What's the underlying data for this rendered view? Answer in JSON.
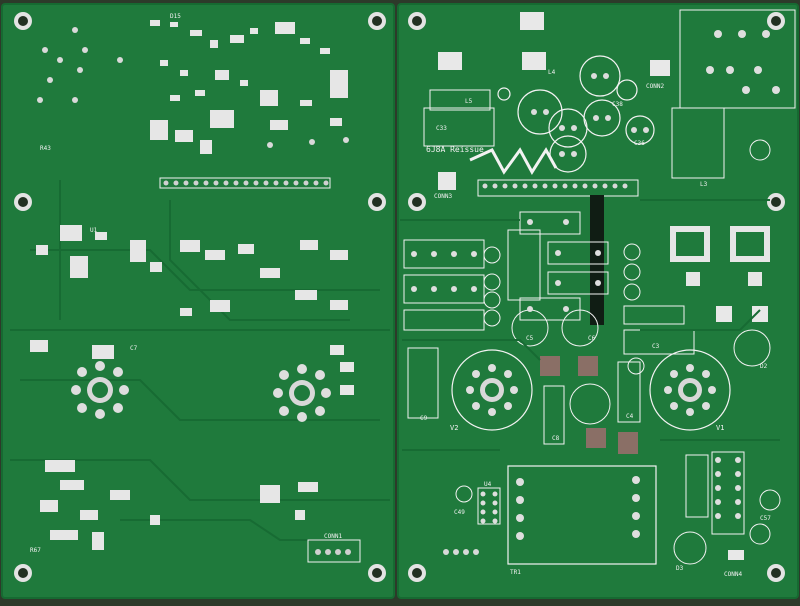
{
  "scene": {
    "description_kind": "photo",
    "board_color": "#1f7a3c",
    "board_edge_color": "#166a31",
    "silkscreen_color": "#f2f2f2",
    "pad_color": "#e6e6e6",
    "hole_color": "#d7d7d7",
    "background_color": "#2d3a2a"
  },
  "left_board": {
    "labels": {
      "conn": "CONN1",
      "r43": "R43",
      "r67": "R67",
      "d15": "D15",
      "u1": "U1",
      "c7": "C7"
    }
  },
  "right_board": {
    "labels": {
      "logo": "6J8A Reissue",
      "l3": "L3",
      "l5": "L5",
      "c33": "C33",
      "c36": "C36",
      "c38": "C38",
      "v1": "V1",
      "v2": "V2",
      "tr1": "TR1",
      "conn2": "CONN2",
      "conn3": "CONN3",
      "conn4": "CONN4",
      "u4": "U4",
      "c49": "C49",
      "l4": "L4",
      "c3": "C3",
      "c4": "C4",
      "c5": "C5",
      "c6": "C6",
      "c8": "C8",
      "c9": "C9",
      "c57": "C57",
      "d2": "D2",
      "d3": "D3"
    }
  }
}
